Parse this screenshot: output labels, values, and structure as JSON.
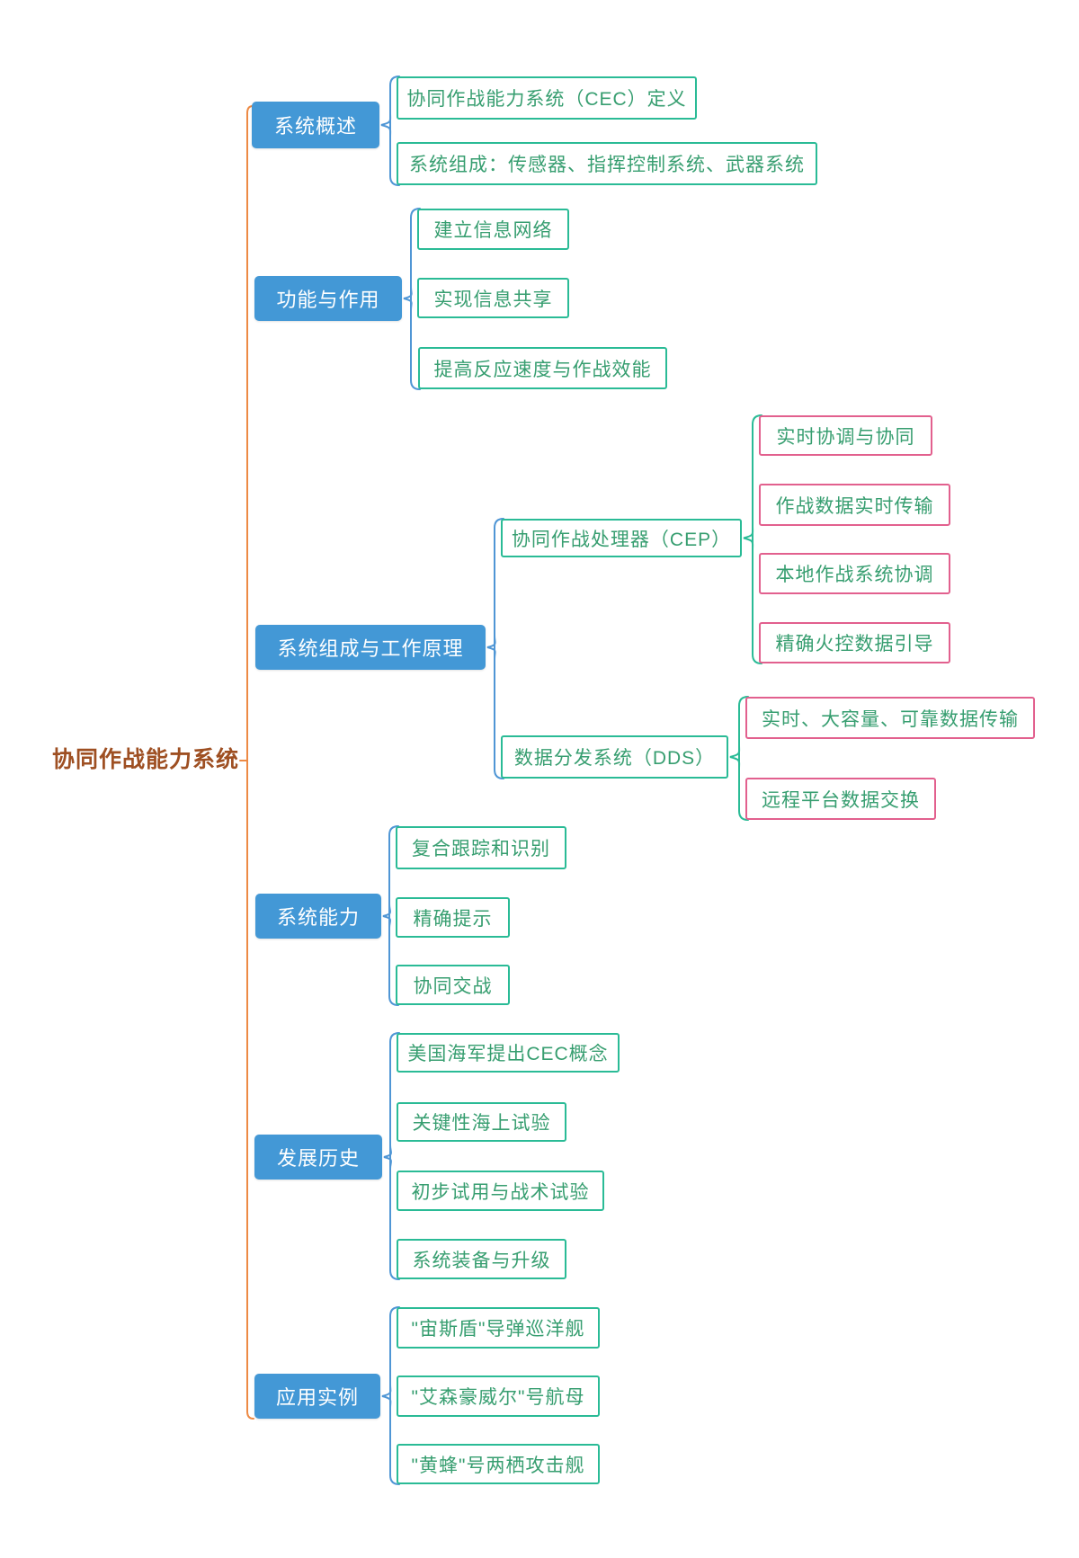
{
  "root": {
    "label": "协同作战能力系统"
  },
  "colors": {
    "root_text": "#9e4f22",
    "spine": "#ed8a45",
    "main_fill": "#4398d6",
    "main_text": "#ffffff",
    "sub_border": "#2abb96",
    "leaf_border": "#e2608e",
    "node_text_green": "#379e70",
    "connector_blue": "#4f96d5",
    "connector_teal": "#2abb96"
  },
  "branches": [
    {
      "label": "系统概述",
      "children": [
        {
          "label": "协同作战能力系统（CEC）定义"
        },
        {
          "label": "系统组成：传感器、指挥控制系统、武器系统"
        }
      ]
    },
    {
      "label": "功能与作用",
      "children": [
        {
          "label": "建立信息网络"
        },
        {
          "label": "实现信息共享"
        },
        {
          "label": "提高反应速度与作战效能"
        }
      ]
    },
    {
      "label": "系统组成与工作原理",
      "children": [
        {
          "label": "协同作战处理器（CEP）",
          "children": [
            {
              "label": "实时协调与协同"
            },
            {
              "label": "作战数据实时传输"
            },
            {
              "label": "本地作战系统协调"
            },
            {
              "label": "精确火控数据引导"
            }
          ]
        },
        {
          "label": "数据分发系统（DDS）",
          "children": [
            {
              "label": "实时、大容量、可靠数据传输"
            },
            {
              "label": "远程平台数据交换"
            }
          ]
        }
      ]
    },
    {
      "label": "系统能力",
      "children": [
        {
          "label": "复合跟踪和识别"
        },
        {
          "label": "精确提示"
        },
        {
          "label": "协同交战"
        }
      ]
    },
    {
      "label": "发展历史",
      "children": [
        {
          "label": "美国海军提出CEC概念"
        },
        {
          "label": "关键性海上试验"
        },
        {
          "label": "初步试用与战术试验"
        },
        {
          "label": "系统装备与升级"
        }
      ]
    },
    {
      "label": "应用实例",
      "children": [
        {
          "label": "\"宙斯盾\"导弹巡洋舰"
        },
        {
          "label": "\"艾森豪威尔\"号航母"
        },
        {
          "label": "\"黄蜂\"号两栖攻击舰"
        }
      ]
    }
  ]
}
